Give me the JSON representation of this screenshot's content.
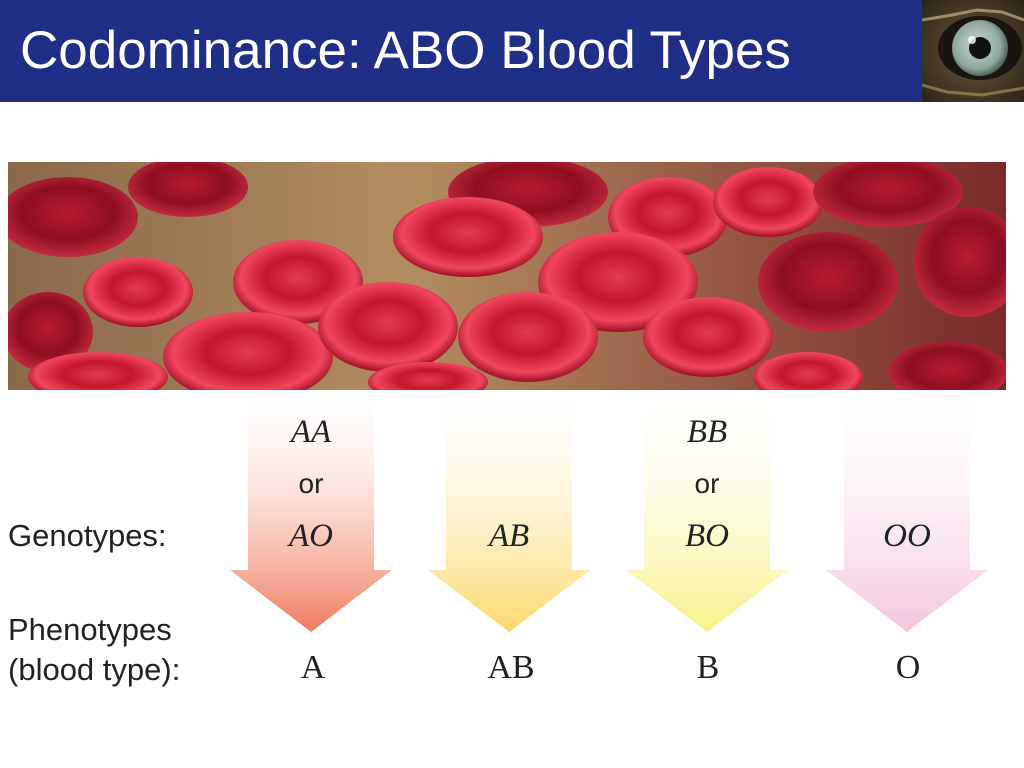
{
  "slide": {
    "title": "Codominance: ABO Blood Types"
  },
  "labels": {
    "genotypes": "Genotypes:",
    "phenotypes_line1": "Phenotypes",
    "phenotypes_line2": "(blood type):"
  },
  "columns": [
    {
      "genotype_top": "AA",
      "or": "or",
      "genotype_bottom": "AO",
      "phenotype": "A",
      "color": "#f07a5c"
    },
    {
      "genotype_top": "",
      "or": "",
      "genotype_bottom": "AB",
      "phenotype": "AB",
      "color": "#fbd86a"
    },
    {
      "genotype_top": "BB",
      "or": "or",
      "genotype_bottom": "BO",
      "phenotype": "B",
      "color": "#f7f28a"
    },
    {
      "genotype_top": "",
      "or": "",
      "genotype_bottom": "OO",
      "phenotype": "O",
      "color": "#f3c5dd"
    }
  ],
  "colors": {
    "title_bar": "#1f2f86",
    "title_text": "#ffffff",
    "blood_cell": "#d81e3a",
    "background_tan": "#a8855c"
  }
}
